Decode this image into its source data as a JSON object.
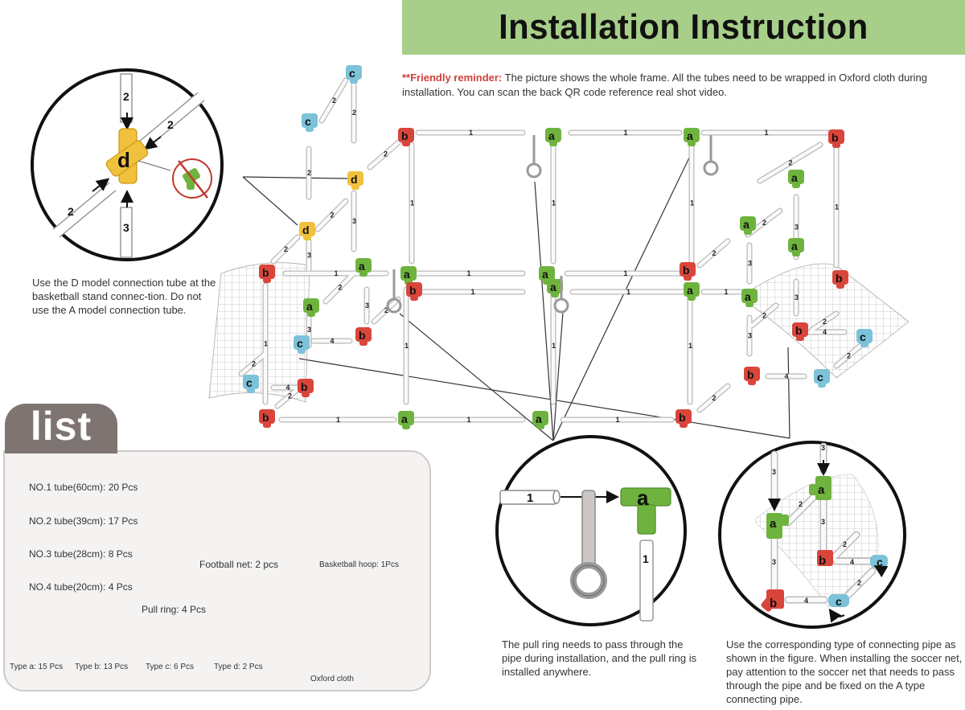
{
  "header": {
    "title": "Installation Instruction",
    "accent_color": "#a8cf8a"
  },
  "reminder": {
    "label": "**Friendly reminder:",
    "text": " The picture shows the whole frame. All the tubes need to be wrapped in Oxford cloth during installation. You can scan the back QR code reference real shot video.",
    "label_color": "#d1403a"
  },
  "captions": {
    "d_connector": "Use the D model connection tube at the basketball stand connec-tion. Do not use the A model connection tube.",
    "pull_ring": "The pull ring needs to pass through the pipe during installation, and the pull ring is installed anywhere.",
    "soccer_net": "Use the corresponding type of connecting pipe as shown in the figure. When installing the soccer net, pay attention to the soccer net that needs to pass through the pipe and be fixed on the A type connecting pipe."
  },
  "connector_colors": {
    "a": "#6fb33f",
    "b": "#d9453b",
    "c": "#7cc2d9",
    "d": "#f0c13c"
  },
  "detail_d": {
    "center_label": "d",
    "tubes": [
      "2",
      "2",
      "2",
      "3"
    ],
    "forbidden_label": "a"
  },
  "detail_ring": {
    "tube_top": "1",
    "connector": "a",
    "tube_bottom": "1"
  },
  "detail_net": {
    "labels": [
      "3",
      "3",
      "a",
      "a",
      "2",
      "3",
      "3",
      "2",
      "b",
      "4",
      "c",
      "2",
      "b",
      "4",
      "c"
    ]
  },
  "list": {
    "tab_label": "list",
    "tubes": [
      {
        "number": "1",
        "label": "NO.1 tube(60cm): 20 Pcs"
      },
      {
        "number": "2",
        "label": "NO.2 tube(39cm): 17 Pcs"
      },
      {
        "number": "3",
        "label": "NO.3 tube(28cm): 8 Pcs"
      },
      {
        "number": "4",
        "label": "NO.4 tube(20cm): 4 Pcs"
      }
    ],
    "pull_ring": "Pull ring: 4 Pcs",
    "football_net": "Football net: 2 pcs",
    "basketball_hoop": "Basketball hoop: 1Pcs",
    "oxford_cloth": "Oxford cloth",
    "connectors": [
      {
        "letter": "a",
        "label": "Type a: 15 Pcs"
      },
      {
        "letter": "b",
        "label": "Type b: 13 Pcs"
      },
      {
        "letter": "c",
        "label": "Type c: 6 Pcs"
      },
      {
        "letter": "d",
        "label": "Type d: 2 Pcs"
      }
    ]
  },
  "frame": {
    "tube_labels": {
      "long": "1",
      "medium": "2",
      "short": "3",
      "shortest": "4"
    }
  }
}
